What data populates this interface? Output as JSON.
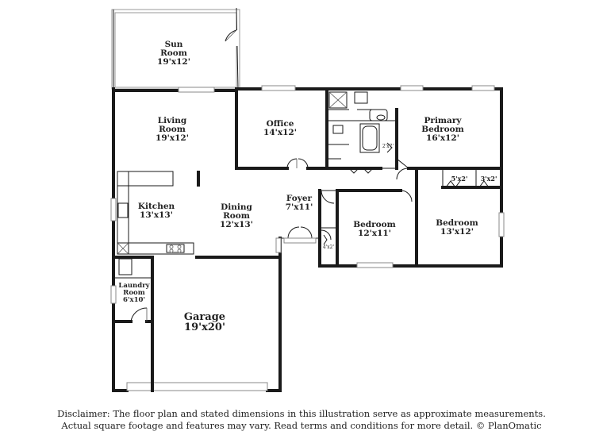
{
  "rooms": {
    "sun_room": {
      "name_line1": "Sun",
      "name_line2": "Room",
      "dims": "19'x12'"
    },
    "living_room": {
      "name_line1": "Living",
      "name_line2": "Room",
      "dims": "19'x12'"
    },
    "office": {
      "name": "Office",
      "dims": "14'x12'"
    },
    "primary_bedroom": {
      "name_line1": "Primary",
      "name_line2": "Bedroom",
      "dims": "16'x12'"
    },
    "kitchen": {
      "name": "Kitchen",
      "dims": "13'x13'"
    },
    "dining_room": {
      "name_line1": "Dining",
      "name_line2": "Room",
      "dims": "12'x13'"
    },
    "foyer": {
      "name": "Foyer",
      "dims": "7'x11'"
    },
    "bedroom_2": {
      "name": "Bedroom",
      "dims": "12'x11'"
    },
    "bedroom_3": {
      "name": "Bedroom",
      "dims": "13'x12'"
    },
    "laundry_room": {
      "name_line1": "Laundry",
      "name_line2": "Room",
      "dims": "6'x10'"
    },
    "garage": {
      "name": "Garage",
      "dims": "19'x20'"
    }
  },
  "closets": {
    "closet_a": "5'x2'",
    "closet_b": "3'x2'",
    "closet_c": "2'x7'",
    "closet_d": "4'x2'"
  },
  "disclaimer": {
    "line1": "Disclaimer: The floor plan and stated dimensions in this illustration serve as approximate measurements.",
    "line2": "Actual square footage and features may vary. Read terms and conditions for more detail. © PlanOmatic"
  }
}
